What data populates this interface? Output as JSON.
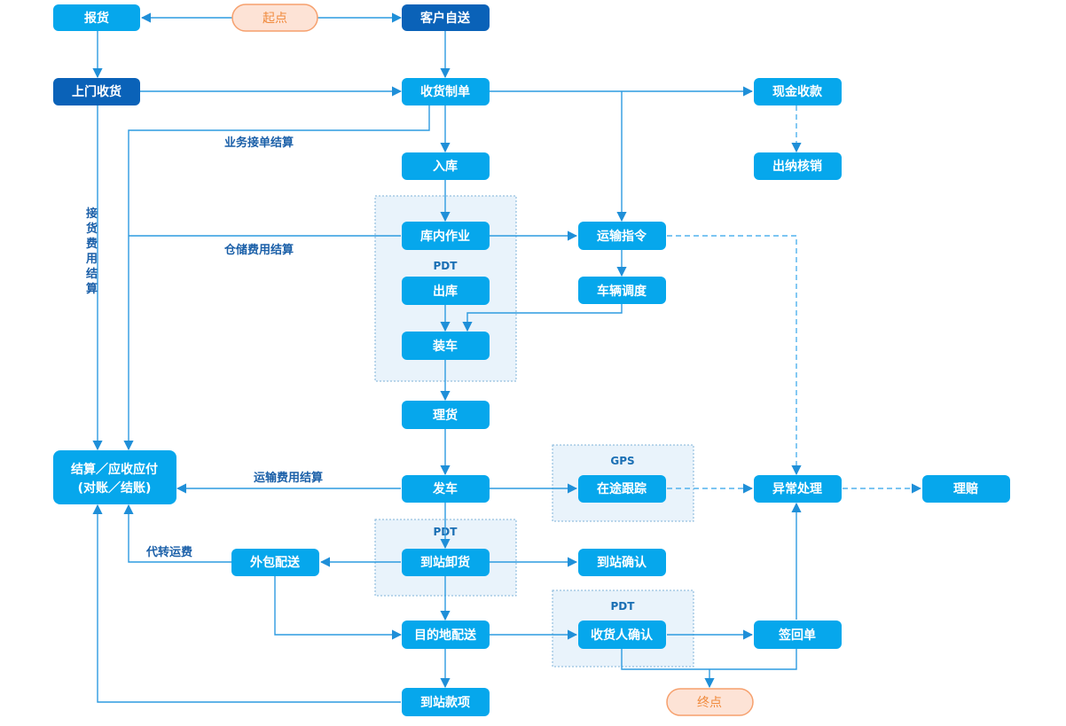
{
  "colors": {
    "node_primary": "#06a7ec",
    "node_dark": "#0a62b8",
    "terminal_fill": "#fde3d6",
    "terminal_stroke": "#f6a06d",
    "terminal_text": "#f08a3c",
    "edge": "#2d9be0",
    "label": "#1a5fa8"
  },
  "nodes": {
    "start": "起点",
    "baohuo": "报货",
    "kehuzisong": "客户自送",
    "shangmenshouhuo": "上门收货",
    "shouhuozhidan": "收货制单",
    "xianjinshoukuan": "现金收款",
    "chuna": "出纳核销",
    "ruku": "入库",
    "kuneizuoye": "库内作业",
    "yunshuzhiling": "运输指令",
    "chuku": "出库",
    "cheliangdiaodu": "车辆调度",
    "zhuangche": "装车",
    "lihuo": "理货",
    "settle_line1": "结算／应收应付",
    "settle_line2": "(对账／结账)",
    "fache": "发车",
    "zaitugenzong": "在途跟踪",
    "yichang": "异常处理",
    "lipei": "理赔",
    "daozhanxiehuo": "到站卸货",
    "waibaopeisong": "外包配送",
    "daozhanqueren": "到站确认",
    "mudidipeisong": "目的地配送",
    "shouhuorenqueren": "收货人确认",
    "qianhuidan": "签回单",
    "daozhankuanxiang": "到站款项",
    "end": "终点"
  },
  "regions": {
    "pdt1": "PDT",
    "gps": "GPS",
    "pdt2": "PDT",
    "pdt3": "PDT"
  },
  "edge_labels": {
    "jiehuo": "接货费用结算",
    "yewu": "业务接单结算",
    "cangchu": "仓储费用结算",
    "yunshu": "运输费用结算",
    "daizhuan": "代转运费"
  }
}
